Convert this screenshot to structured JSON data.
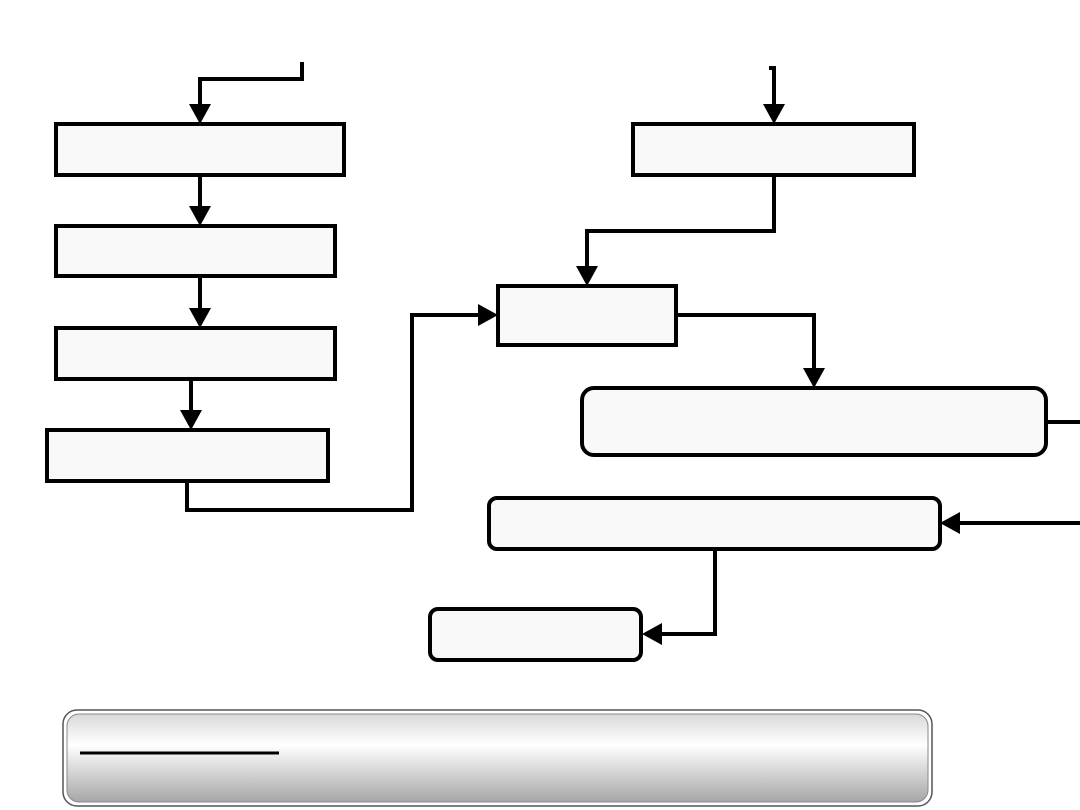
{
  "diagram": {
    "nodes": [
      {
        "id": "left-box-1",
        "label": ""
      },
      {
        "id": "left-box-2",
        "label": ""
      },
      {
        "id": "left-box-3",
        "label": ""
      },
      {
        "id": "left-box-4",
        "label": ""
      },
      {
        "id": "right-top-box",
        "label": ""
      },
      {
        "id": "center-box",
        "label": ""
      },
      {
        "id": "wide-rounded-box",
        "label": ""
      },
      {
        "id": "middle-rounded-box",
        "label": ""
      },
      {
        "id": "small-rounded-box",
        "label": ""
      }
    ],
    "note_panel": {
      "text": ""
    },
    "colors": {
      "box_fill": "#f9f9f9",
      "stroke": "#000000",
      "panel_gradient_top": "#e8e8e8",
      "panel_gradient_mid": "#ffffff",
      "panel_gradient_bottom": "#a9a9a9"
    }
  }
}
